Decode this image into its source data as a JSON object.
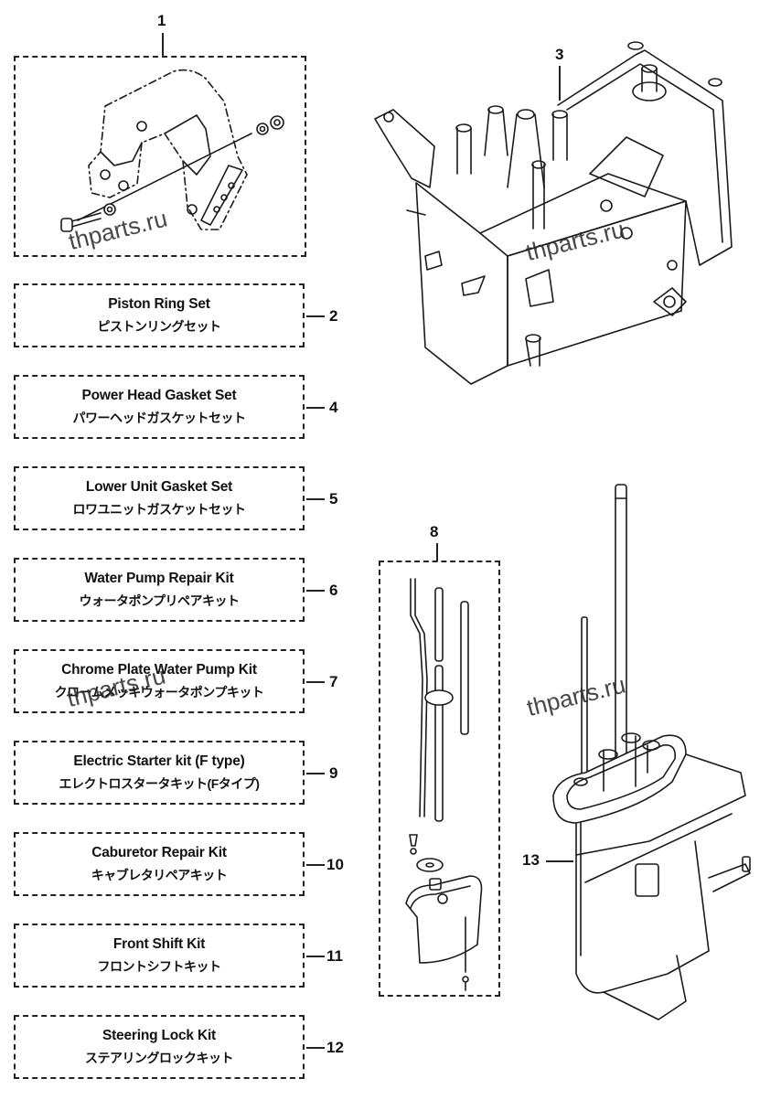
{
  "watermark": "thparts.ru",
  "callouts": {
    "bracket_kit": "1",
    "power_head": "3",
    "shift_kit_group": "8",
    "lower_unit": "13"
  },
  "kits": [
    {
      "number": "2",
      "name_en": "Piston Ring Set",
      "name_jp": "ピストンリングセット"
    },
    {
      "number": "4",
      "name_en": "Power Head Gasket Set",
      "name_jp": "パワーヘッドガスケットセット"
    },
    {
      "number": "5",
      "name_en": "Lower Unit Gasket Set",
      "name_jp": "ロワユニットガスケットセット"
    },
    {
      "number": "6",
      "name_en": "Water Pump Repair Kit",
      "name_jp": "ウォータポンプリペアキット"
    },
    {
      "number": "7",
      "name_en": "Chrome Plate Water Pump Kit",
      "name_jp": "クロームメッキウォータポンプキット"
    },
    {
      "number": "9",
      "name_en": "Electric Starter kit (F type)",
      "name_jp": "エレクトロスタータキット(Fタイプ)"
    },
    {
      "number": "10",
      "name_en": "Caburetor Repair Kit",
      "name_jp": "キャブレタリペアキット"
    },
    {
      "number": "11",
      "name_en": "Front Shift Kit",
      "name_jp": "フロントシフトキット"
    },
    {
      "number": "12",
      "name_en": "Steering Lock Kit",
      "name_jp": "ステアリングロックキット"
    }
  ]
}
